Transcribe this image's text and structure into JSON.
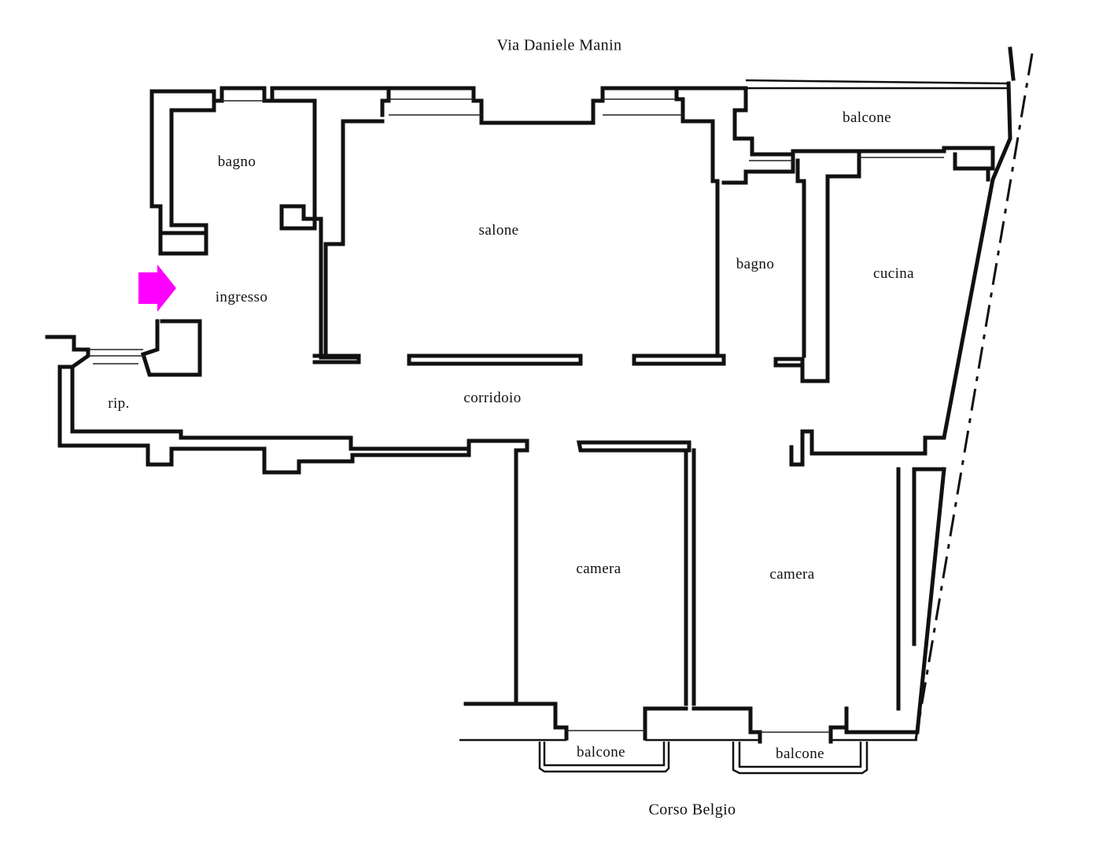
{
  "streets": {
    "north": "Via Daniele Manin",
    "south": "Corso Belgio"
  },
  "rooms": {
    "bagno_left": "bagno",
    "ingresso": "ingresso",
    "rip": "rip.",
    "salone": "salone",
    "balcone_north": "balcone",
    "bagno_right": "bagno",
    "cucina": "cucina",
    "corridoio": "corridoio",
    "camera_left": "camera",
    "camera_right": "camera",
    "balcone_south_left": "balcone",
    "balcone_south_right": "balcone"
  },
  "entrance_arrow": {
    "color": "#ff00ff"
  }
}
